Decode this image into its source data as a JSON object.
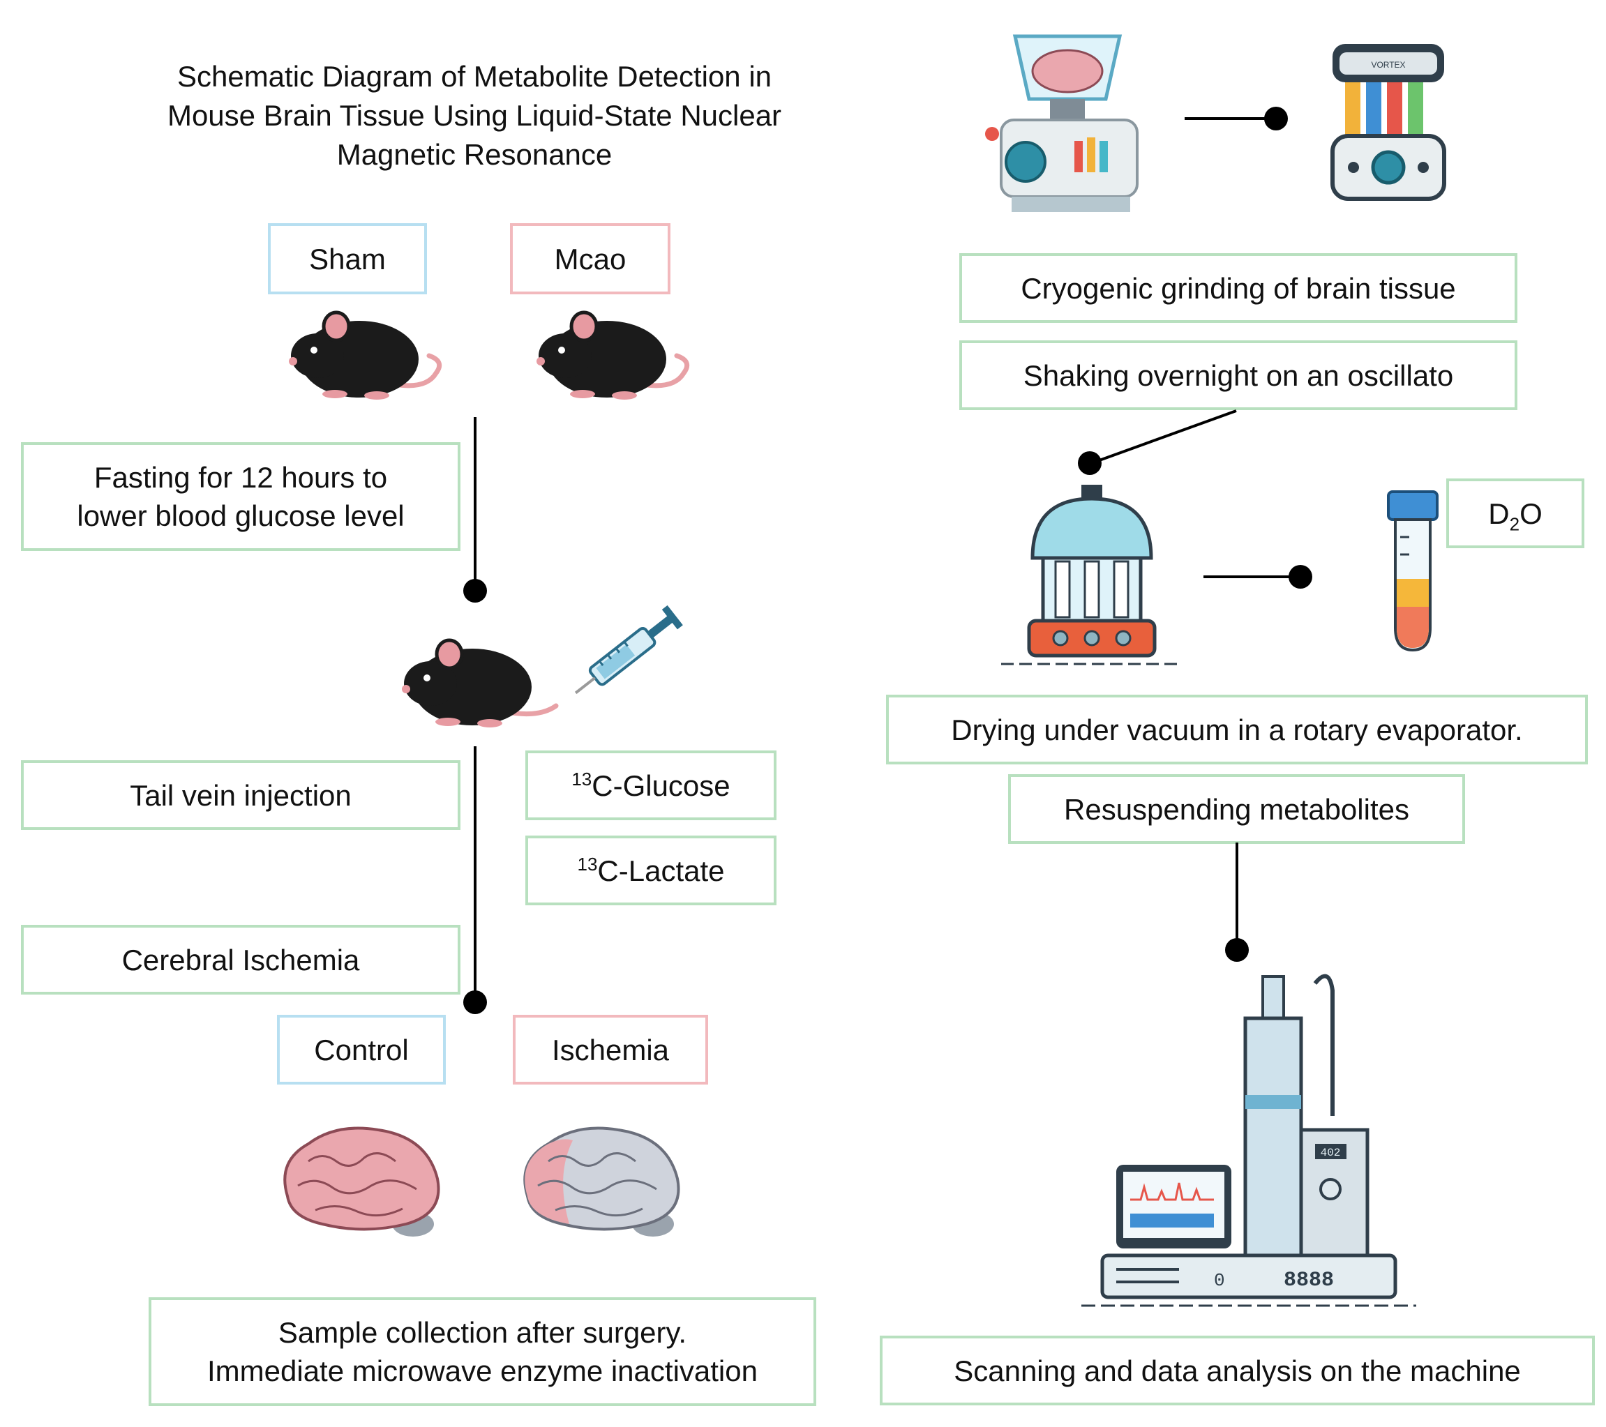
{
  "title": {
    "line1": "Schematic Diagram of Metabolite Detection in",
    "line2": "Mouse Brain Tissue Using Liquid-State Nuclear",
    "line3": "Magnetic Resonance"
  },
  "left": {
    "sham": "Sham",
    "mcao": "Mcao",
    "fasting_line1": "Fasting for 12 hours to",
    "fasting_line2": "lower blood glucose level",
    "tail_vein": "Tail vein injection",
    "glucose": {
      "sup": "13",
      "text": "C-Glucose"
    },
    "lactate": {
      "sup": "13",
      "text": "C-Lactate"
    },
    "cerebral": "Cerebral Ischemia",
    "control": "Control",
    "ischemia": "Ischemia",
    "sample_line1": "Sample collection after surgery.",
    "sample_line2": "Immediate microwave enzyme inactivation"
  },
  "right": {
    "vortex_label": "VORTEX",
    "cryogenic": "Cryogenic grinding of brain tissue",
    "shaking": "Shaking overnight on an oscillato",
    "d2o": {
      "d": "D",
      "sub": "2",
      "o": "O"
    },
    "drying": "Drying under vacuum in a rotary evaporator.",
    "resuspending": "Resuspending metabolites",
    "nmr_display": "402",
    "nmr_digits": "8888",
    "nmr_zero": "0",
    "scanning": "Scanning and data analysis on the machine"
  },
  "colors": {
    "box_green": "#b8e0bf",
    "box_blue": "#b7dff1",
    "box_pink": "#f2b9bd",
    "connector": "#000000"
  },
  "icons": [
    "mouse-icon",
    "syringe-icon",
    "brain-icon",
    "grinder-icon",
    "vortex-mixer-icon",
    "rotary-evaporator-icon",
    "test-tube-icon",
    "nmr-spectrometer-icon"
  ]
}
